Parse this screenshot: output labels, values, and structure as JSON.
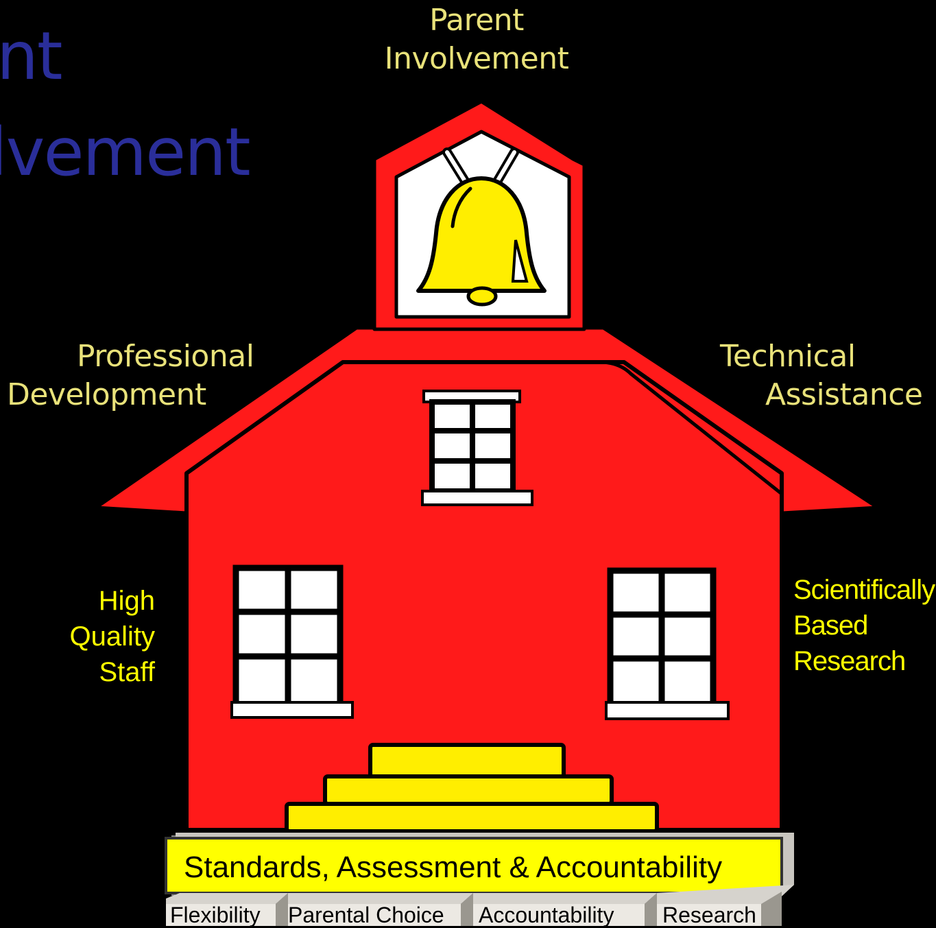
{
  "background_text": {
    "line1": "ent",
    "line2": "lvement"
  },
  "roof": {
    "top_label_line1": "Parent",
    "top_label_line2": "Involvement",
    "left_label_line1": "Professional",
    "left_label_line2": "Development",
    "right_label_line1": "Technical",
    "right_label_line2": "Assistance"
  },
  "sides": {
    "left_line1": "High",
    "left_line2": "Quality",
    "left_line3": "Staff",
    "right_line1": "Scientifically",
    "right_line2": "Based",
    "right_line3": "Research"
  },
  "foundation": {
    "banner": "Standards, Assessment & Accountability",
    "pillars": [
      "Flexibility",
      "Parental Choice",
      "Accountability",
      "Research"
    ]
  },
  "colors": {
    "house_red": "#ff1a1a",
    "bell_yellow": "#ffee00",
    "steps_yellow": "#ffee00",
    "banner_yellow": "#ffff00",
    "label_yellow": "#ffff00",
    "roof_label": "#e9e27a",
    "ghost_text": "#2a2e9a"
  }
}
